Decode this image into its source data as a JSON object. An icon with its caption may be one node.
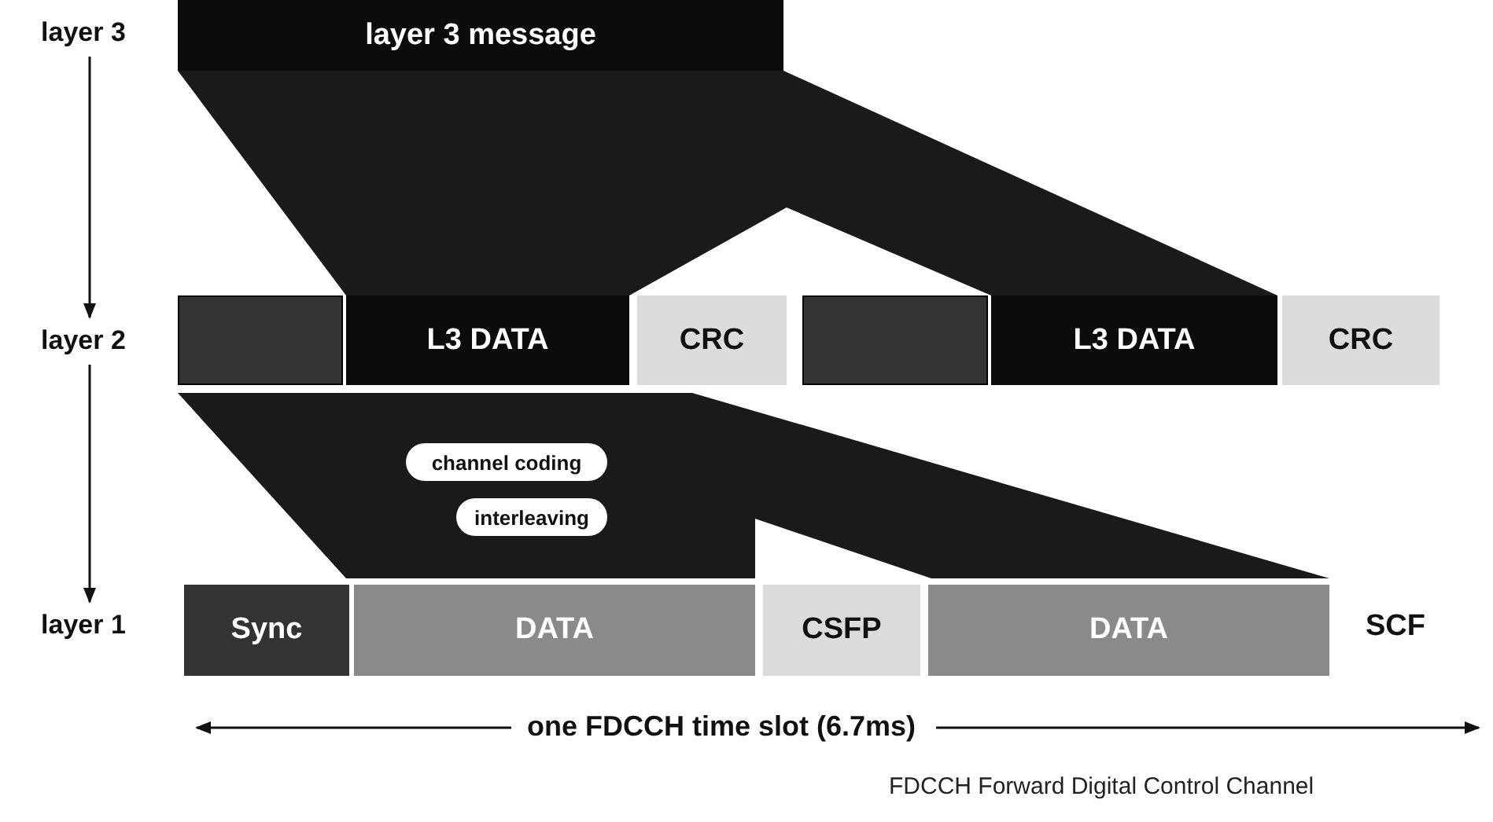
{
  "diagram": {
    "nodes": [
      {
        "text": [
          "layer 3"
        ]
      },
      {
        "text": [
          "layer 2"
        ]
      },
      {
        "text": [
          "layer 1"
        ]
      },
      {
        "text": [
          "layer 3 message"
        ]
      },
      {
        "text": [],
        "shape": "box"
      },
      {
        "text": [
          "L3 DATA"
        ]
      },
      {
        "text": [
          "CRC"
        ]
      },
      {
        "text": [],
        "shape": "box"
      },
      {
        "text": [
          "L3 DATA"
        ]
      },
      {
        "text": [
          "CRC"
        ]
      },
      {
        "text": [
          "channel coding"
        ]
      },
      {
        "text": [
          "interleaving"
        ]
      },
      {
        "text": [
          "Sync"
        ]
      },
      {
        "text": [
          "DATA"
        ]
      },
      {
        "text": [
          "CSFP"
        ]
      },
      {
        "text": [
          "DATA"
        ]
      }
    ],
    "edges": [
      {
        "from": 0,
        "to": 1,
        "arrow": "to"
      },
      {
        "from": 1,
        "to": 2,
        "arrow": "to"
      }
    ],
    "labels": [
      "SCF",
      "one FDCCH time slot (6.7ms)",
      "FDCCH Forward Digital Control Channel"
    ]
  }
}
